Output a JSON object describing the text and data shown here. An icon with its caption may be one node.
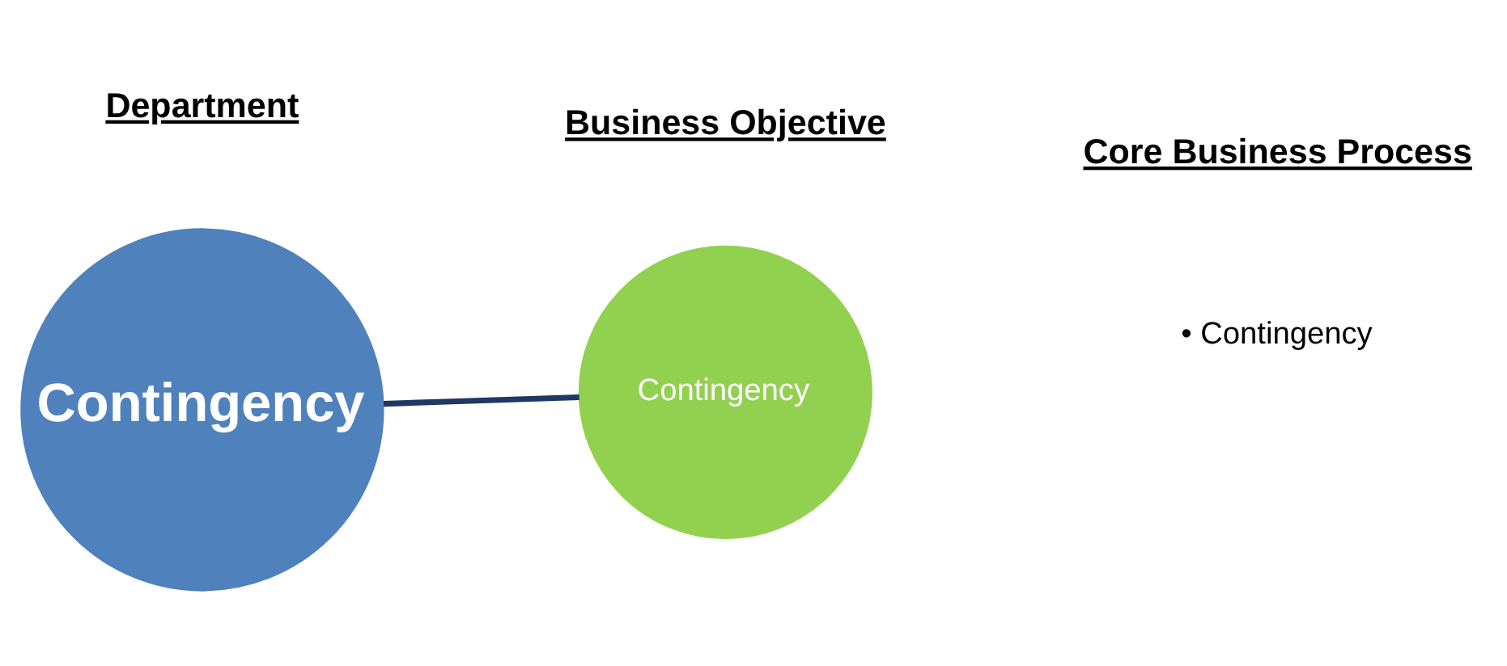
{
  "diagram": {
    "nodes": [
      {
        "text": [
          "Contingency"
        ]
      },
      {
        "text": [
          "Contingency"
        ]
      }
    ],
    "edges": [
      {
        "from": 0,
        "to": 1,
        "arrow": "none",
        "color": "#1f3864"
      }
    ],
    "labels": [
      "Department",
      "Business Objective",
      "Core Business Process",
      "• Contingency"
    ]
  }
}
